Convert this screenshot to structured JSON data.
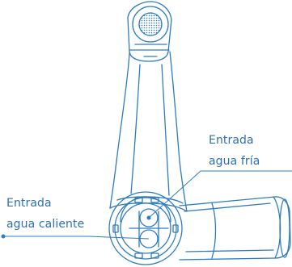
{
  "colors": {
    "stroke": "#2d7cc1",
    "text": "#2f6fb0"
  },
  "labels": {
    "cold_inlet": {
      "line1": "Entrada",
      "line2": "agua fría"
    },
    "hot_inlet": {
      "line1": "Entrada",
      "line2": "agua caliente"
    }
  }
}
